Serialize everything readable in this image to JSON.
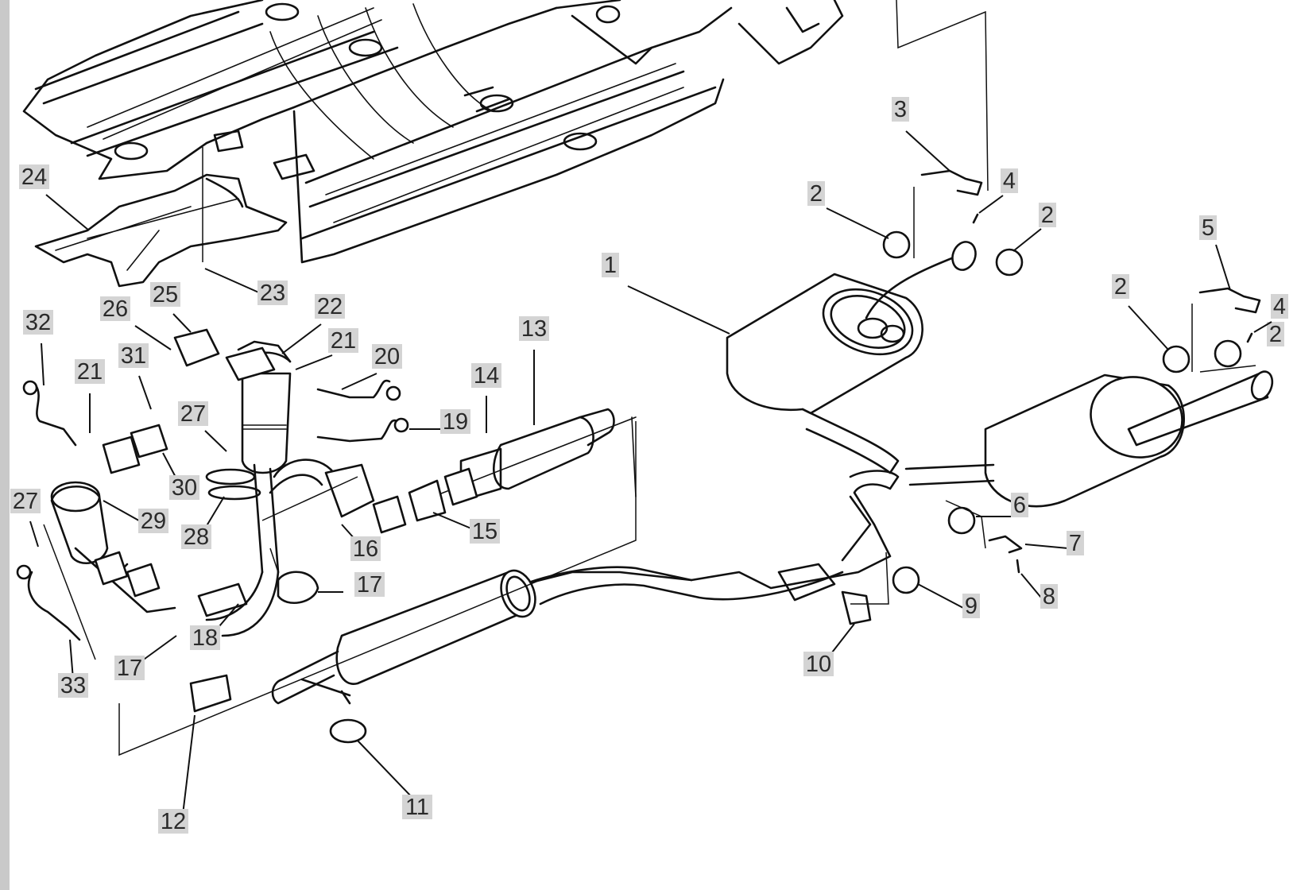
{
  "diagram": {
    "callouts": [
      {
        "id": "c1",
        "text": "1"
      },
      {
        "id": "c2a",
        "text": "2"
      },
      {
        "id": "c2b",
        "text": "2"
      },
      {
        "id": "c2c",
        "text": "2"
      },
      {
        "id": "c2d",
        "text": "2"
      },
      {
        "id": "c3",
        "text": "3"
      },
      {
        "id": "c4a",
        "text": "4"
      },
      {
        "id": "c4b",
        "text": "4"
      },
      {
        "id": "c5",
        "text": "5"
      },
      {
        "id": "c6",
        "text": "6"
      },
      {
        "id": "c7",
        "text": "7"
      },
      {
        "id": "c8",
        "text": "8"
      },
      {
        "id": "c9",
        "text": "9"
      },
      {
        "id": "c10",
        "text": "10"
      },
      {
        "id": "c11",
        "text": "11"
      },
      {
        "id": "c12",
        "text": "12"
      },
      {
        "id": "c13",
        "text": "13"
      },
      {
        "id": "c14",
        "text": "14"
      },
      {
        "id": "c15",
        "text": "15"
      },
      {
        "id": "c16",
        "text": "16"
      },
      {
        "id": "c17a",
        "text": "17"
      },
      {
        "id": "c17b",
        "text": "17"
      },
      {
        "id": "c18",
        "text": "18"
      },
      {
        "id": "c19",
        "text": "19"
      },
      {
        "id": "c20",
        "text": "20"
      },
      {
        "id": "c21a",
        "text": "21"
      },
      {
        "id": "c21b",
        "text": "21"
      },
      {
        "id": "c22",
        "text": "22"
      },
      {
        "id": "c23",
        "text": "23"
      },
      {
        "id": "c24",
        "text": "24"
      },
      {
        "id": "c25",
        "text": "25"
      },
      {
        "id": "c26",
        "text": "26"
      },
      {
        "id": "c27a",
        "text": "27"
      },
      {
        "id": "c27b",
        "text": "27"
      },
      {
        "id": "c28",
        "text": "28"
      },
      {
        "id": "c29",
        "text": "29"
      },
      {
        "id": "c30",
        "text": "30"
      },
      {
        "id": "c31",
        "text": "31"
      },
      {
        "id": "c32",
        "text": "32"
      },
      {
        "id": "c33",
        "text": "33"
      }
    ]
  },
  "colors": {
    "background": "#ffffff",
    "linework": "#111111",
    "label_background": "#d4d4d4",
    "label_text": "#2a2a2a",
    "side_strip": "#c9c9c9"
  }
}
